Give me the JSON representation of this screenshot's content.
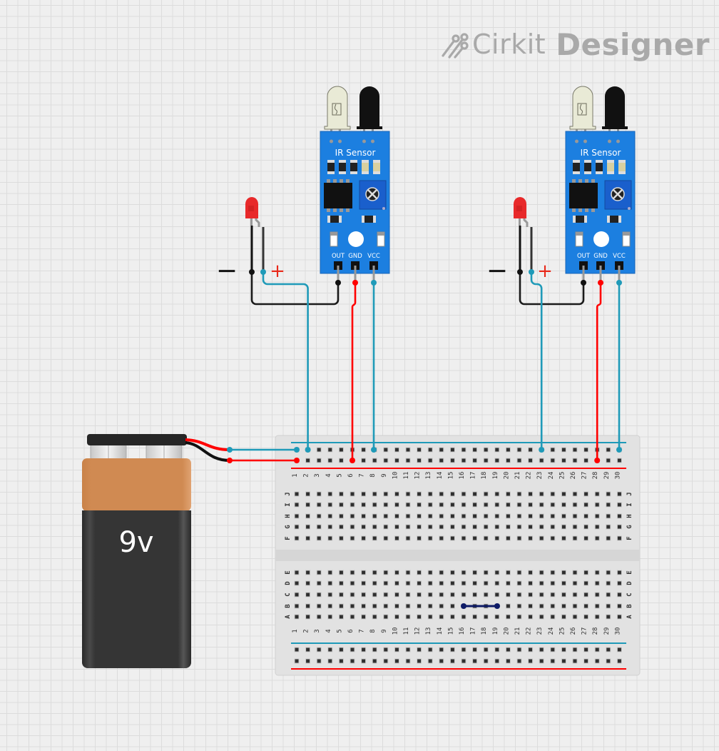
{
  "app": {
    "brand_prefix": "Cirkit",
    "brand_suffix": "Designer",
    "brand_icon": "circuit-traces-icon"
  },
  "colors": {
    "background": "#efefef",
    "grid": "#dcdcdc",
    "wire_blue": "#1f9ab8",
    "wire_red": "#ff0000",
    "wire_black": "#1a1a1a",
    "wire_navy": "#0d1a66",
    "sensor_board": "#1c7fe0",
    "battery_top": "#d08a52",
    "battery_body": "#353535",
    "led_red": "#e8292a"
  },
  "battery": {
    "label": "9v",
    "type": "9V battery"
  },
  "ir_sensors": [
    {
      "id": "ir-sensor-1",
      "title": "IR Sensor",
      "pins": [
        "OUT",
        "GND",
        "VCC"
      ]
    },
    {
      "id": "ir-sensor-2",
      "title": "IR Sensor",
      "pins": [
        "OUT",
        "GND",
        "VCC"
      ]
    }
  ],
  "leds": [
    {
      "id": "led-1",
      "color": "red",
      "minus_label": "−",
      "plus_label": "+"
    },
    {
      "id": "led-2",
      "color": "red",
      "minus_label": "−",
      "plus_label": "+"
    }
  ],
  "breadboard": {
    "columns": [
      "1",
      "2",
      "3",
      "4",
      "5",
      "6",
      "7",
      "8",
      "9",
      "10",
      "11",
      "12",
      "13",
      "14",
      "15",
      "16",
      "17",
      "18",
      "19",
      "20",
      "21",
      "22",
      "23",
      "24",
      "25",
      "26",
      "27",
      "28",
      "29",
      "30"
    ],
    "top_rows": [
      "J",
      "I",
      "H",
      "G",
      "F"
    ],
    "bottom_rows": [
      "E",
      "D",
      "C",
      "B",
      "A"
    ],
    "power_rails": [
      "top-blue",
      "top-red",
      "bottom-blue",
      "bottom-red"
    ]
  },
  "connections": [
    {
      "from": "battery.+",
      "to": "breadboard.top-rail-blue.col1",
      "color": "blue"
    },
    {
      "from": "battery.-",
      "to": "breadboard.top-rail-red.col1",
      "color": "red"
    },
    {
      "from": "ir-sensor-1.OUT",
      "to": "led-1.cathode",
      "color": "black"
    },
    {
      "from": "led-1.anode",
      "to": "breadboard.top-rail-blue.col2",
      "color": "blue"
    },
    {
      "from": "ir-sensor-1.GND",
      "to": "breadboard.top-rail-red.col6",
      "color": "red"
    },
    {
      "from": "ir-sensor-1.VCC",
      "to": "breadboard.top-rail-blue.col8",
      "color": "blue"
    },
    {
      "from": "ir-sensor-2.OUT",
      "to": "led-2.cathode",
      "color": "black"
    },
    {
      "from": "led-2.anode",
      "to": "breadboard.top-rail-blue.col23",
      "color": "blue"
    },
    {
      "from": "ir-sensor-2.GND",
      "to": "breadboard.top-rail-red.col28",
      "color": "red"
    },
    {
      "from": "ir-sensor-2.VCC",
      "to": "breadboard.top-rail-blue.col30",
      "color": "blue"
    },
    {
      "from": "breadboard.B16",
      "to": "breadboard.B19",
      "color": "navy"
    }
  ]
}
